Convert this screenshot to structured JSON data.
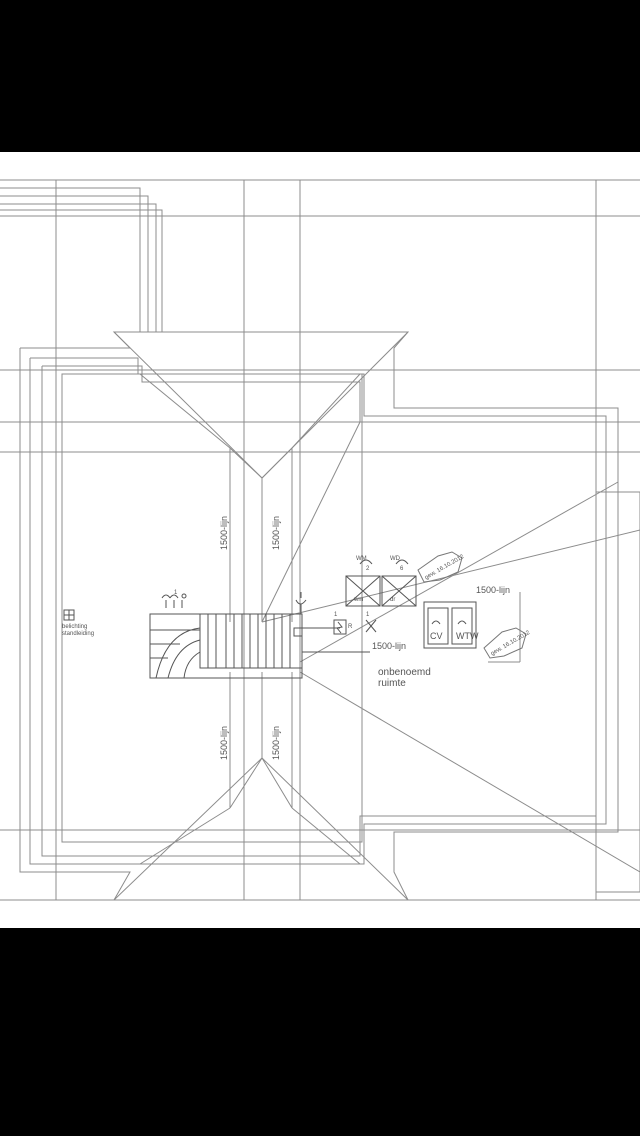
{
  "plan": {
    "dimension_line_labels": {
      "upper_left": "1500-lijn",
      "upper_right": "1500-lijn",
      "lower_left": "1500-lijn",
      "lower_right": "1500-lijn",
      "center_h": "1500-lijn",
      "right_h": "1500-lijn"
    },
    "room": {
      "line1": "onbenoemd",
      "line2": "ruimte"
    },
    "left_note": {
      "line1": "belichting",
      "line2": "standleiding"
    },
    "machines": {
      "wm_tag": "WM",
      "wm_num": "2",
      "wd_tag": "WD",
      "wd_num": "6",
      "wm_box": "wm",
      "wd_box": "dr"
    },
    "units": {
      "cv": "CV",
      "wtw": "WTW"
    },
    "switch_label": "R",
    "switch_num": "1",
    "light_num": "1",
    "socket_num": "1",
    "stamps": {
      "top": "gew. 16.10.2012",
      "bottom": "gew. 16.10.2012"
    }
  },
  "colors": {
    "line": "#8c8c8c",
    "dark": "#333333",
    "background": "#ffffff",
    "frame": "#000000"
  }
}
